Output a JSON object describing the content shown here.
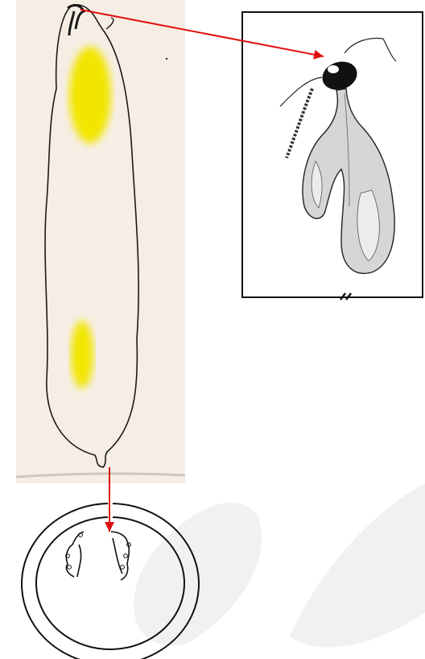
{
  "figure": {
    "background": "#ffffff",
    "scan_paper_color": "#f6eee5",
    "outline_color": "#1a1a1a",
    "highlight_color": "#f2e600",
    "arrow_color": "#e01010",
    "watermark_color": "#f1f1f1",
    "shading_color": "#9a9a9a"
  },
  "panels": [
    {
      "id": "larva-body",
      "kind": "elongated outline with two yellow shaded regions"
    },
    {
      "id": "head-detail",
      "kind": "enlarged drawing of head and bilobed gland"
    },
    {
      "id": "cross-section",
      "kind": "circular section with two paired structures"
    }
  ],
  "arrows": [
    {
      "from": "larva-body",
      "to": "head-detail"
    },
    {
      "from": "larva-body",
      "to": "cross-section"
    }
  ]
}
